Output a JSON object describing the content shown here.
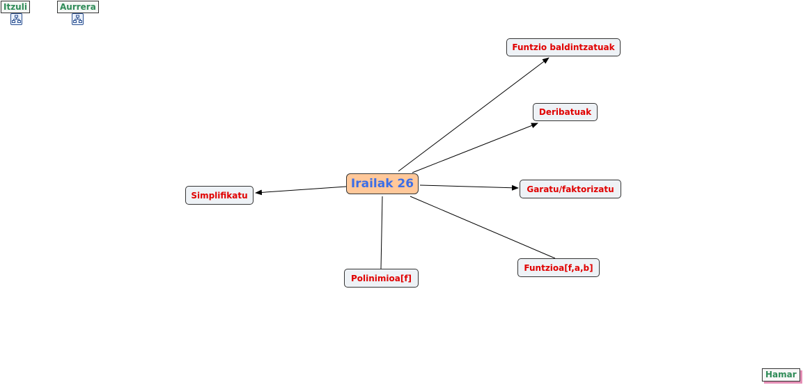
{
  "nav": {
    "back_label": "Itzuli",
    "forward_label": "Aurrera",
    "icon": "network-map-icon"
  },
  "map": {
    "center": "Irailak 26",
    "nodes": [
      "Funtzio baldintzatuak",
      "Deribatuak",
      "Garatu/faktorizatu",
      "Funtzioa[f,a,b]",
      "Polinimioa[f]",
      "Simplifikatu"
    ]
  },
  "footer": {
    "label": "Hamar"
  },
  "colors": {
    "center_fill": "#ffc89a",
    "center_text": "#3c6ee6",
    "node_text": "#e00000",
    "nav_text": "#2e8b57"
  }
}
